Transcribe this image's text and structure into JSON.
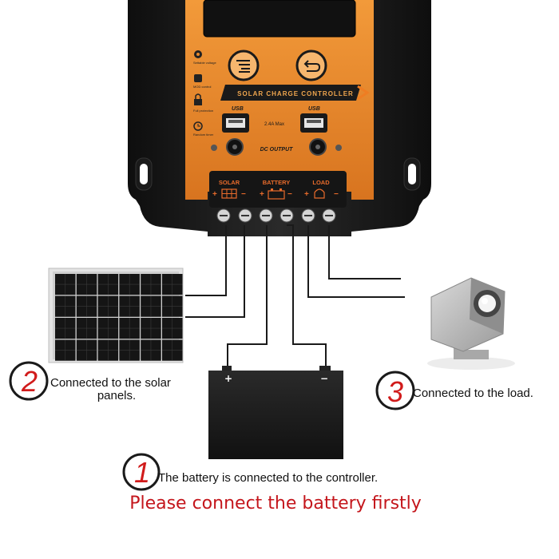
{
  "controller": {
    "banner": "SOLAR CHARGE CONTROLLER",
    "usb_label": "USB",
    "usb_spec": "2.4A Max",
    "dc_output": "DC OUTPUT",
    "terminals": {
      "solar": "SOLAR",
      "battery": "BATTERY",
      "load": "LOAD"
    },
    "side_labels": [
      "Settable voltage",
      "MOD control",
      "Full protection",
      "Random timer"
    ],
    "colors": {
      "body": "#1c1c1c",
      "panel": "#e8892c",
      "accent": "#d65a16",
      "wire": "#1a1a1a"
    }
  },
  "battery": {
    "plus": "+",
    "minus": "−"
  },
  "steps": [
    {
      "number": "1",
      "text": "The battery is connected to the controller."
    },
    {
      "number": "2",
      "text_line1": "Connected to the solar",
      "text_line2": "panels."
    },
    {
      "number": "3",
      "text": "Connected to the load."
    }
  ],
  "warning": "Please connect the battery firstly",
  "icons": [
    "gear-icon",
    "moon-icon",
    "lock-icon",
    "clock-icon",
    "menu-icon",
    "return-icon",
    "usb-port-icon",
    "solar-panel-icon",
    "battery-icon",
    "lamp-icon"
  ],
  "number_color": "#d11b1b"
}
